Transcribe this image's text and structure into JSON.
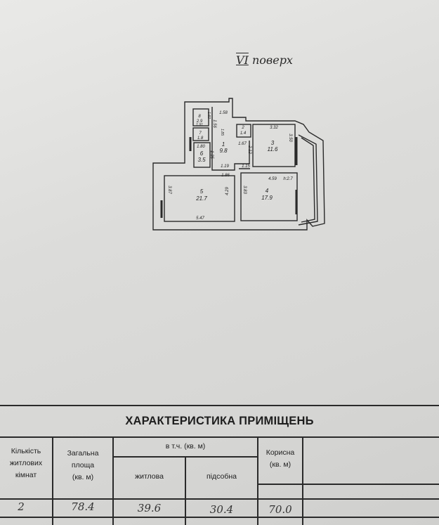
{
  "floor_label": {
    "roman": "VI",
    "word": "поверх"
  },
  "plan": {
    "rooms": [
      {
        "number": "1",
        "area": "9.8"
      },
      {
        "number": "2",
        "area": "1.4"
      },
      {
        "number": "3",
        "area": "11.6"
      },
      {
        "number": "4",
        "area": "17.9"
      },
      {
        "number": "5",
        "area": "21.7"
      },
      {
        "number": "6",
        "area": "3.5"
      },
      {
        "number": "7",
        "area": "1.8"
      },
      {
        "number": "8",
        "area": "2.9"
      }
    ],
    "dimensions": [
      "1.58",
      "1.56",
      "1.91",
      "1.60",
      "1.85",
      "1.80",
      "1.35",
      "1.67",
      "2.12",
      "3.32",
      "3.50",
      "1.19",
      "1.15",
      "1.86",
      "4.59",
      "h:2.7",
      "3.87",
      "4.29",
      "3.83",
      "5.47"
    ]
  },
  "table": {
    "title": "ХАРАКТЕРИСТИКА ПРИМІЩЕНЬ",
    "headers": {
      "rooms_count": [
        "Кількість",
        "житлових",
        "кімнат"
      ],
      "total_area": [
        "Загальна",
        "площа",
        "(кв. м)"
      ],
      "incl": "в т.ч. (кв. м)",
      "living": "житлова",
      "auxiliary": "підсобна",
      "useful": [
        "Корисна",
        "(кв. м)"
      ]
    },
    "row": {
      "rooms_count": "2",
      "total_area": "78.4",
      "living": "39.6",
      "auxiliary": "30.4",
      "useful": "70.0"
    }
  }
}
